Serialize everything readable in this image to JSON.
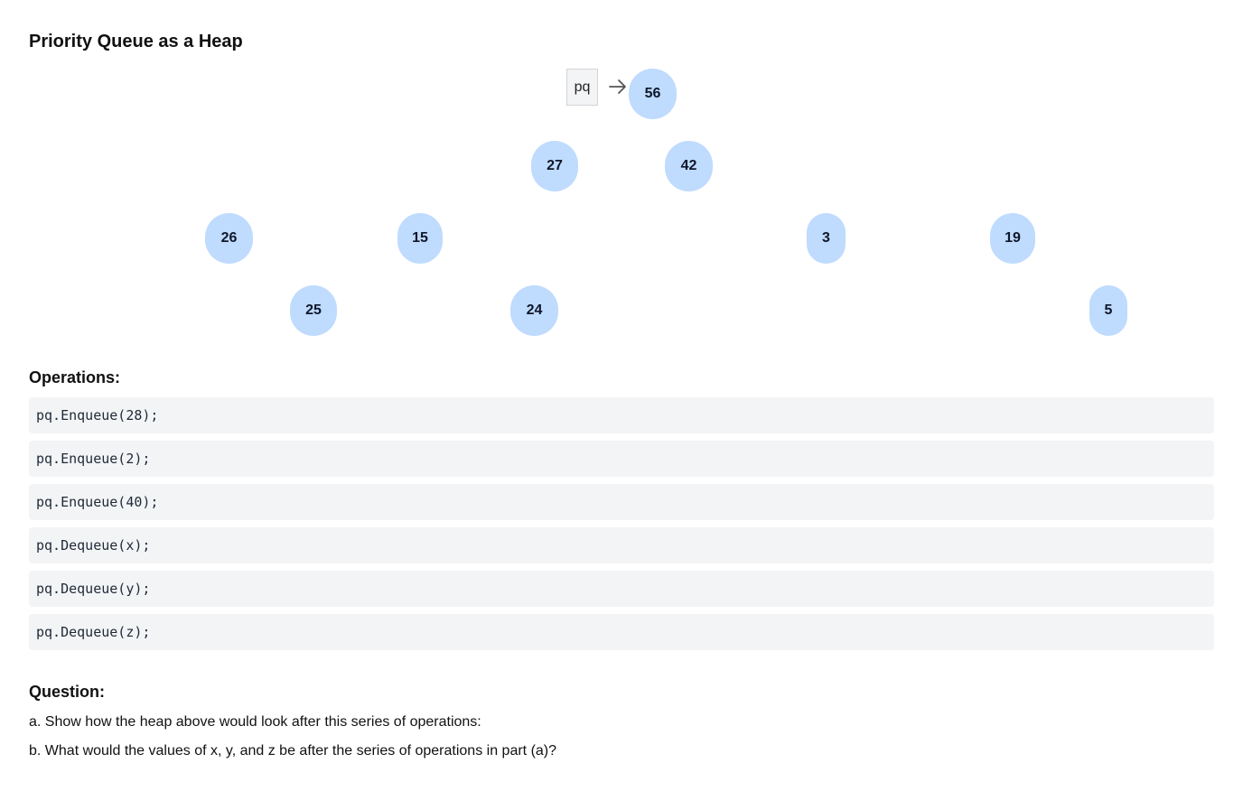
{
  "title": "Priority Queue as a Heap",
  "pointer_label": "pq",
  "heap": {
    "root": "56",
    "level1": [
      "27",
      "42"
    ],
    "level2": [
      "26",
      "15",
      "3",
      "19"
    ],
    "level3": [
      "25",
      "24",
      "5"
    ]
  },
  "operations_title": "Operations:",
  "operations": [
    "pq.Enqueue(28);",
    "pq.Enqueue(2);",
    "pq.Enqueue(40);",
    "pq.Dequeue(x);",
    "pq.Dequeue(y);",
    "pq.Dequeue(z);"
  ],
  "question_title": "Question:",
  "questions": [
    "a. Show how the heap above would look after this series of operations:",
    "b. What would the values of x, y, and z be after the series of operations in part (a)?"
  ],
  "colors": {
    "node_fill": "#bfdbfe",
    "code_bg": "#f3f4f6"
  }
}
